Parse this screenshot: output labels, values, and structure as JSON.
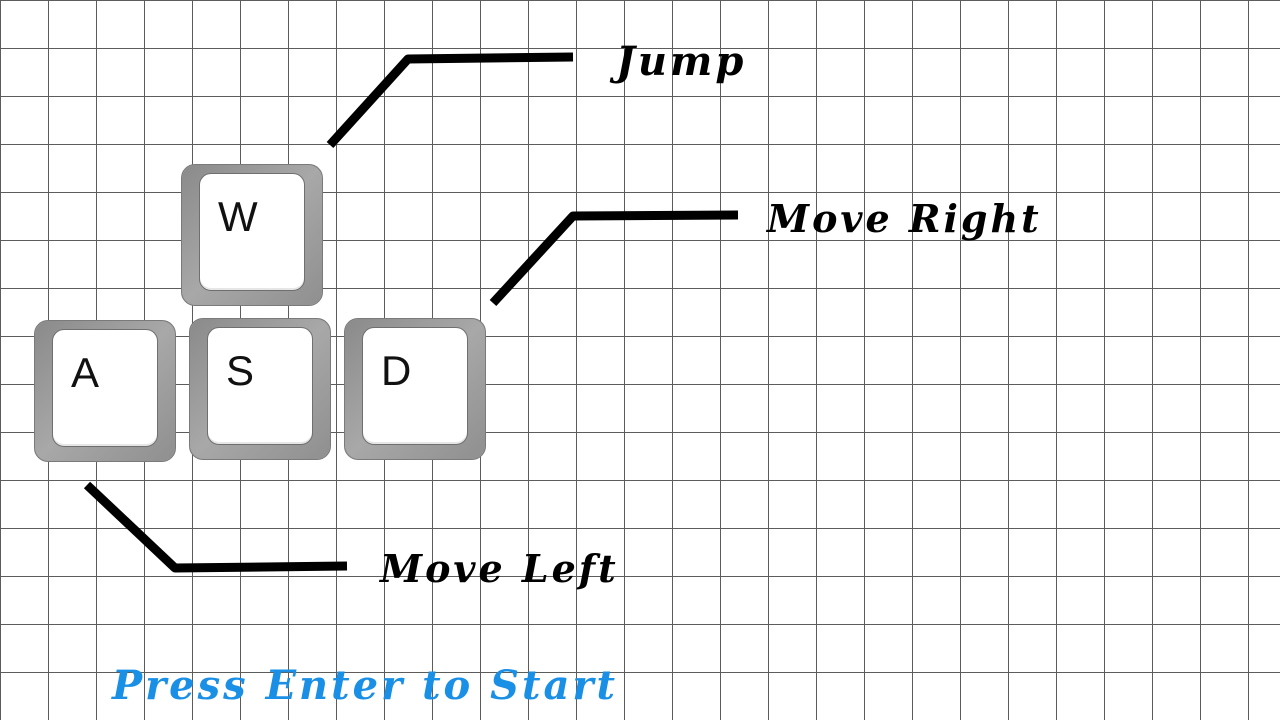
{
  "keys": {
    "w": "W",
    "a": "A",
    "s": "S",
    "d": "D"
  },
  "controls": {
    "jump": "Jump",
    "move_right": "Move Right",
    "move_left": "Move Left"
  },
  "prompt": {
    "start": "Press Enter to Start"
  },
  "colors": {
    "prompt": "#1a8fe6",
    "grid_lines": "#5c5c5c",
    "key_body": "#9a9a9a"
  }
}
